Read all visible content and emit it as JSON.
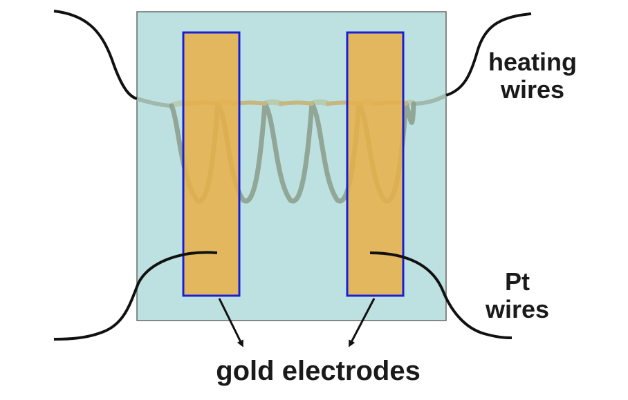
{
  "labels": {
    "heating_line1": "heating",
    "heating_line2": "wires",
    "pt_line1": "Pt",
    "pt_line2": "wires",
    "gold": "gold electrodes"
  },
  "colors": {
    "substrate_fill": "#bde1e1",
    "substrate_stroke": "#666666",
    "electrode_fill": "#e7b04a",
    "electrode_stroke": "#1a1fd6",
    "coil_stroke": "#8a9c8a",
    "wire": "#111111"
  },
  "icons": {
    "arrow_left": "arrow-down-icon",
    "arrow_right": "arrow-down-icon"
  }
}
